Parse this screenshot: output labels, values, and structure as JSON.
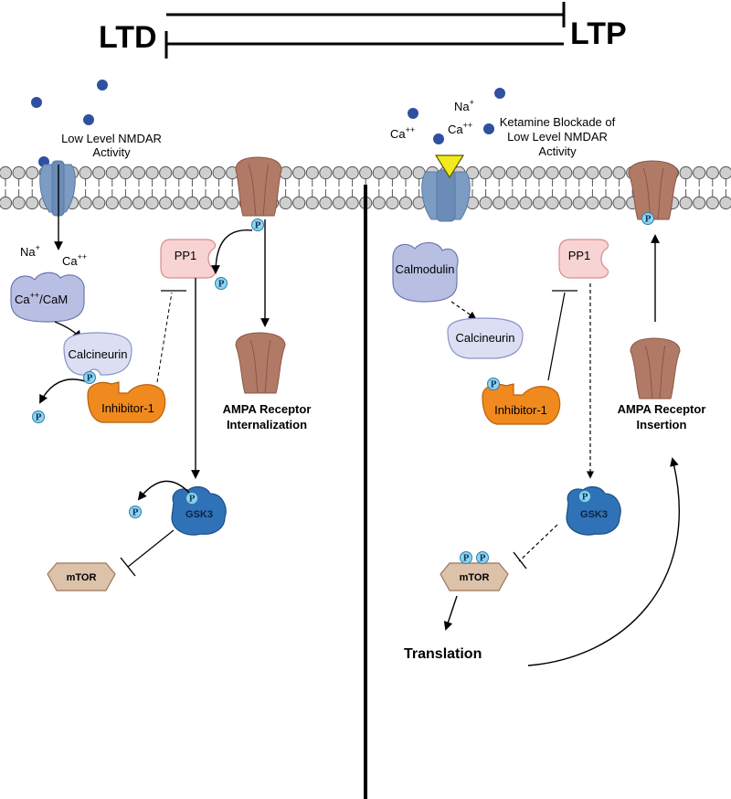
{
  "header": {
    "left_label": "LTD",
    "right_label": "LTP"
  },
  "ions": {
    "na": "Na",
    "na_sup": "+",
    "ca": "Ca",
    "ca_sup": "++"
  },
  "phospho_label": "P",
  "ltd": {
    "nmdar_label_line1": "Low Level NMDAR",
    "nmdar_label_line2": "Activity",
    "cacam_label": "Ca",
    "cacam_sup": "++",
    "cacam_suffix": "/CaM",
    "calcineurin": "Calcineurin",
    "inhibitor1": "Inhibitor-1",
    "pp1": "PP1",
    "gsk3": "GSK3",
    "mtor": "mTOR",
    "ampa_line1": "AMPA Receptor",
    "ampa_line2": "Internalization"
  },
  "ltp": {
    "ketamine_line1": "Ketamine Blockade of",
    "ketamine_line2": "Low Level NMDAR",
    "ketamine_line3": "Activity",
    "calmodulin": "Calmodulin",
    "calcineurin": "Calcineurin",
    "inhibitor1": "Inhibitor-1",
    "pp1": "PP1",
    "gsk3": "GSK3",
    "mtor": "mTOR",
    "translation": "Translation",
    "ampa_line1": "AMPA Receptor",
    "ampa_line2": "Insertion"
  },
  "colors": {
    "nmdar": "#7d9cc4",
    "ampa": "#b07a66",
    "calcium_protein": "#b9bfe3",
    "pp1": "#f8d3d3",
    "inhibitor": "#f08a1e",
    "gsk3": "#2f72b7",
    "mtor": "#dcc2a9",
    "ion": "#2f4fa0",
    "phospho": "#8fd3f0",
    "ketamine": "#f2ea1e"
  }
}
